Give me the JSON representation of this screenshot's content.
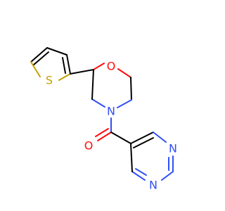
{
  "molecule": {
    "atoms": {
      "sulfur": "S",
      "ring_oxygen": "O",
      "morpholine_nitrogen": "N",
      "carbonyl_oxygen": "O",
      "pyrimidine_n1": "N",
      "pyrimidine_n3": "N"
    },
    "colors": {
      "bond": "#000000",
      "oxygen": "#ff0d0d",
      "nitrogen": "#3050f8",
      "sulfur": "#c6a000",
      "background": "#ffffff"
    }
  }
}
